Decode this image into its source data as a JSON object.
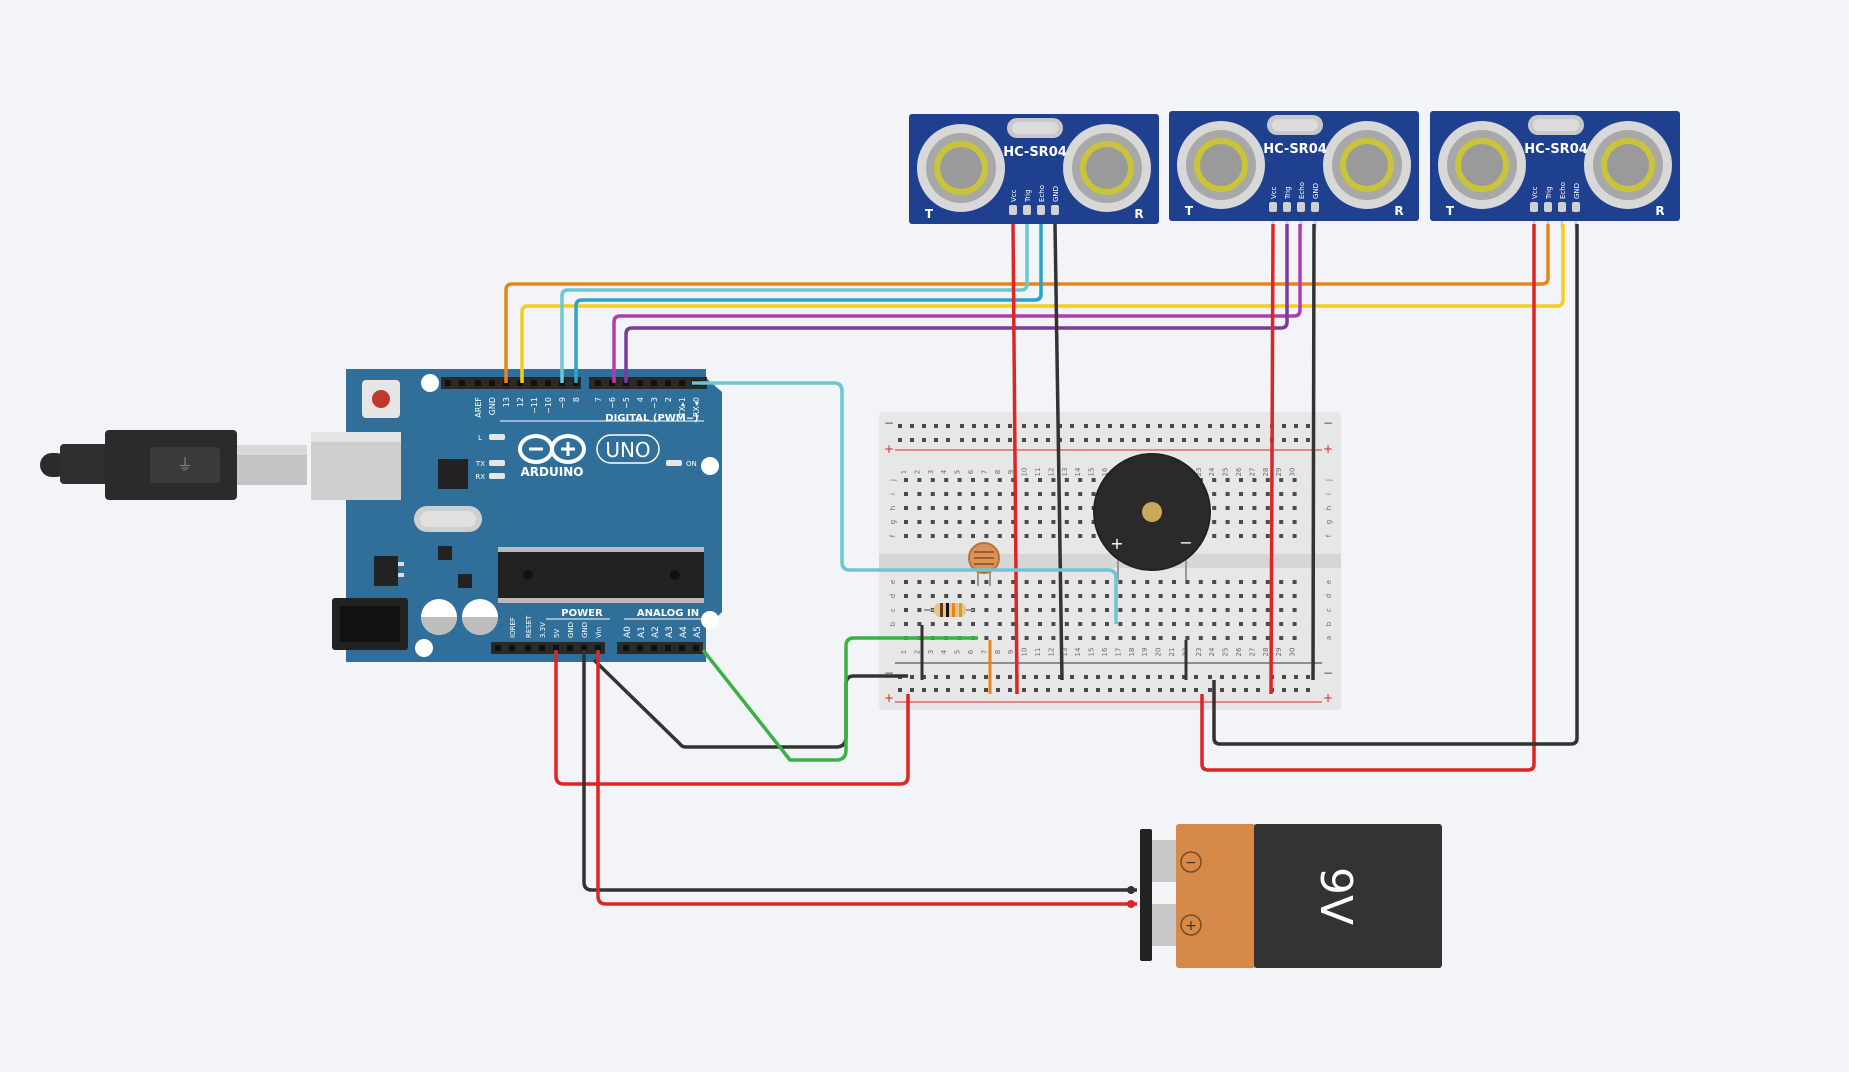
{
  "arduino": {
    "logo_text": "ARDUINO",
    "model_text": "UNO",
    "digital_header": "DIGITAL (PWM~)",
    "power_header": "POWER",
    "analog_header": "ANALOG IN",
    "on_label": "ON",
    "led_labels": [
      "L",
      "TX",
      "RX"
    ],
    "digital_pins": [
      "AREF",
      "GND",
      "13",
      "12",
      "~11",
      "~10",
      "~9",
      "8",
      "7",
      "~6",
      "~5",
      "4",
      "~3",
      "2",
      "TX▸1",
      "RX◂0"
    ],
    "power_pins": [
      "IOREF",
      "RESET",
      "3.3V",
      "5V",
      "GND",
      "GND",
      "Vin"
    ],
    "analog_pins": [
      "A0",
      "A1",
      "A2",
      "A3",
      "A4",
      "A5"
    ]
  },
  "sensors": [
    {
      "model": "HC-SR04",
      "pins": [
        "Vcc",
        "Trig",
        "Echo",
        "GND"
      ],
      "left_mark": "T",
      "right_mark": "R"
    },
    {
      "model": "HC-SR04",
      "pins": [
        "Vcc",
        "Trig",
        "Echo",
        "GND"
      ],
      "left_mark": "T",
      "right_mark": "R"
    },
    {
      "model": "HC-SR04",
      "pins": [
        "Vcc",
        "Trig",
        "Echo",
        "GND"
      ],
      "left_mark": "T",
      "right_mark": "R"
    }
  ],
  "breadboard": {
    "rail_minus": "−",
    "rail_plus": "+",
    "row_letters_top": [
      "j",
      "i",
      "h",
      "g",
      "f"
    ],
    "row_letters_bottom": [
      "e",
      "d",
      "c",
      "b",
      "a"
    ],
    "column_count": 30
  },
  "buzzer": {
    "plus": "+",
    "minus": "−"
  },
  "battery": {
    "label": "9V",
    "minus": "−",
    "plus": "+"
  },
  "colors": {
    "background": "#f2f4f7",
    "arduino_board": "#2f6f99",
    "sensor_board": "#1f3f8f",
    "wire_red": "#e02424",
    "wire_black": "#333333",
    "wire_orange": "#e8841a",
    "wire_yellow": "#f2cf1e",
    "wire_cyan": "#6cc6d4",
    "wire_blue": "#2aa3c9",
    "wire_purple": "#7b3b9a",
    "wire_magenta": "#b13cae",
    "wire_green": "#3cb043",
    "battery_copper": "#d58a4a",
    "battery_body": "#333333"
  }
}
